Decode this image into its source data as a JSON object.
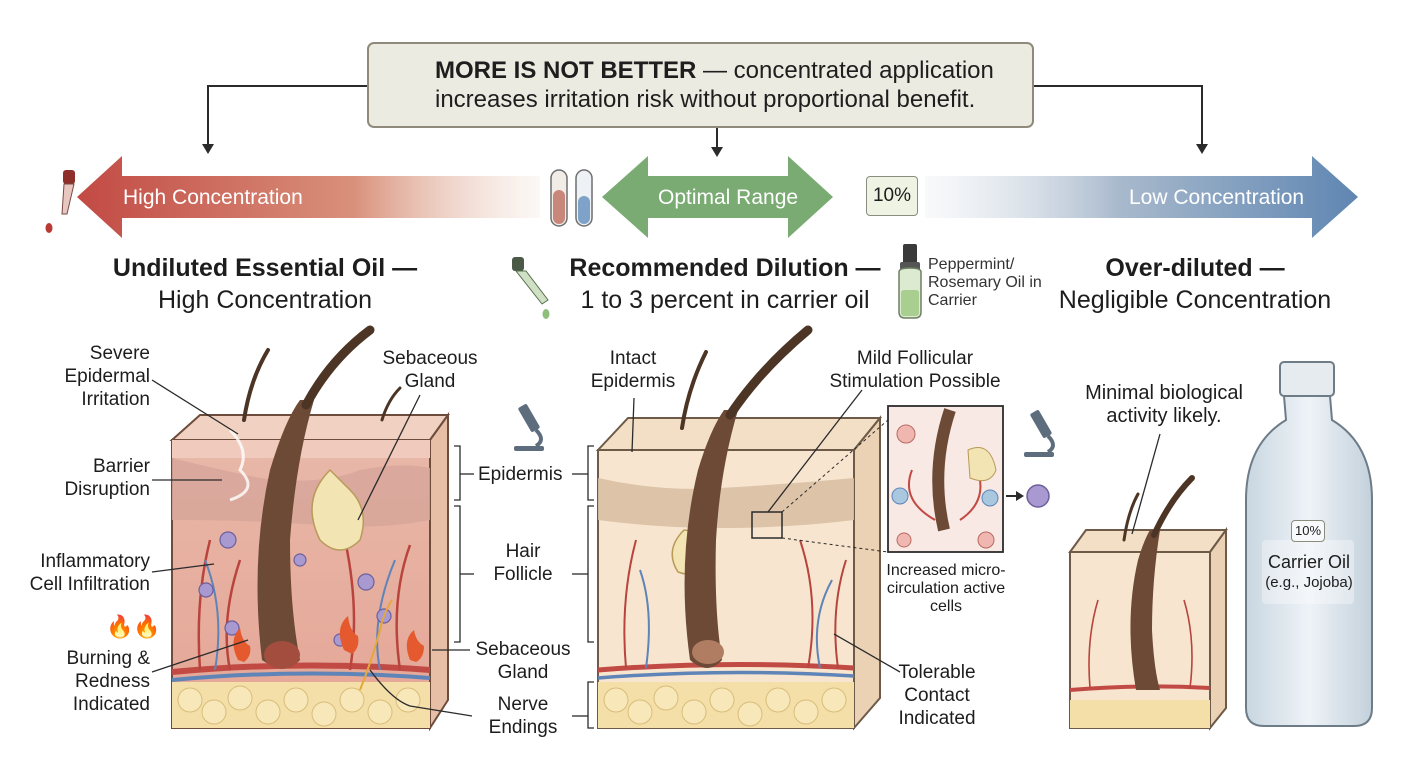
{
  "banner": {
    "strong": "MORE IS NOT BETTER",
    "rest": " — concentrated application increases irritation risk without proportional benefit."
  },
  "scale": {
    "high": "High Concentration",
    "optimal": "Optimal Range",
    "low": "Low Concentration",
    "percent_badge": "10%"
  },
  "columns": {
    "left": {
      "title": "Undiluted Essential Oil —",
      "subtitle": "High Concentration"
    },
    "middle": {
      "title": "Recommended Dilution —",
      "subtitle": "1 to 3 percent in carrier oil",
      "bottle_label": "Peppermint/ Rosemary Oil in Carrier"
    },
    "right": {
      "title": "Over-diluted —",
      "subtitle": "Negligible Concentration"
    }
  },
  "left_labels": {
    "severe": "Severe Epidermal Irritation",
    "barrier": "Barrier Disruption",
    "inflammatory": "Inflammatory Cell Infiltration",
    "burning": "Burning & Redness Indicated",
    "sebaceous": "Sebaceous Gland"
  },
  "center_labels": {
    "epidermis": "Epidermis",
    "hair_follicle": "Hair Follicle",
    "sebaceous": "Sebaceous Gland",
    "nerve": "Nerve Endings"
  },
  "middle_labels": {
    "intact": "Intact Epidermis",
    "stimulation": "Mild Follicular Stimulation Possible",
    "micro": "Increased micro-circulation active cells",
    "tolerable": "Tolerable Contact Indicated"
  },
  "right_labels": {
    "minimal": "Minimal biological activity likely.",
    "bottle_badge": "10%",
    "carrier": "Carrier Oil",
    "carrier_example": "(e.g., Jojoba)"
  },
  "colors": {
    "high": "#c0504a",
    "optimal": "#79aa72",
    "low": "#6b8db4",
    "banner_bg": "#ecebe1"
  }
}
